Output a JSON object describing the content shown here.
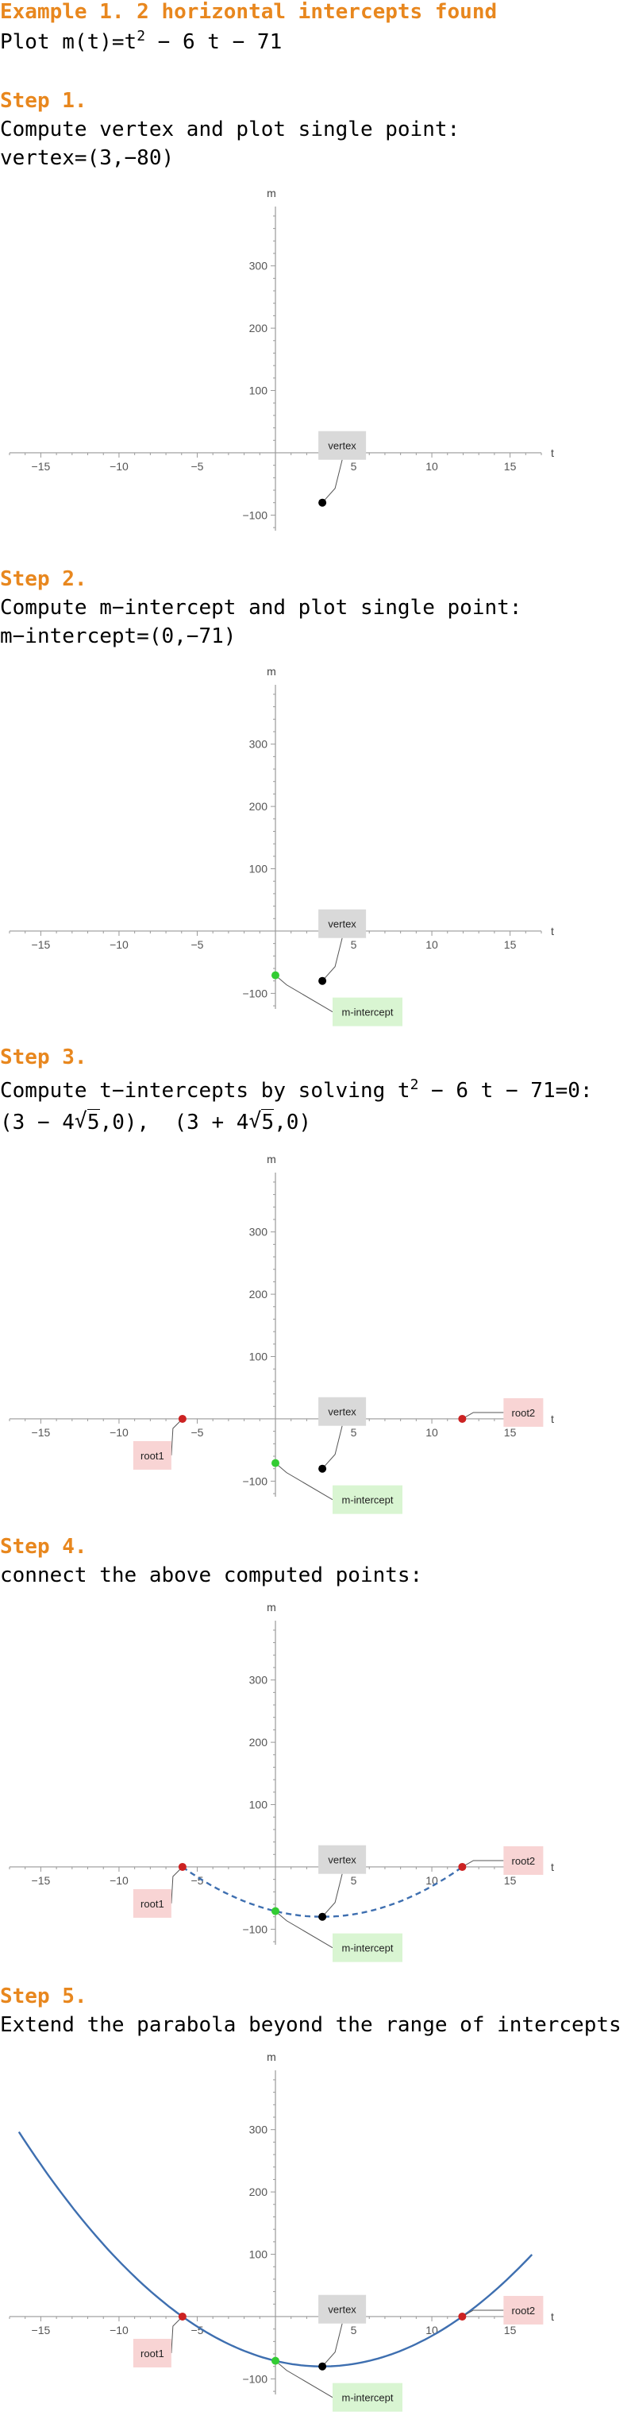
{
  "header": {
    "title": "Example 1. 2 horizontal intercepts found",
    "plot_prefix": "Plot m(t)=t",
    "plot_exp": "2",
    "plot_suffix": " − 6 t − 71"
  },
  "steps": [
    {
      "title": "Step 1.",
      "lines": [
        "Compute vertex and plot single point:",
        "vertex=(3,−80)"
      ]
    },
    {
      "title": "Step 2.",
      "lines": [
        "Compute m−intercept and plot single point:",
        "m−intercept=(0,−71)"
      ]
    },
    {
      "title": "Step 3.",
      "line1_prefix": "Compute t−intercepts by solving t",
      "line1_exp": "2",
      "line1_suffix": " − 6 t − 71=0:",
      "root_a_pre": "(3 − 4",
      "root_a_rad": "5",
      "root_a_post": ",0),",
      "root_b_pre": "(3 + 4",
      "root_b_rad": "5",
      "root_b_post": ",0)"
    },
    {
      "title": "Step 4.",
      "lines": [
        "connect the above computed points:"
      ]
    },
    {
      "title": "Step 5.",
      "lines": [
        "Extend the parabola beyond the range of intercepts"
      ]
    }
  ],
  "chart_data": [
    {
      "type": "scatter",
      "step": 1,
      "xlabel": "t",
      "ylabel": "m",
      "xlim": [
        -17,
        17
      ],
      "ylim": [
        -125,
        385
      ],
      "xticks": [
        -15,
        -10,
        -5,
        5,
        10,
        15
      ],
      "yticks": [
        -100,
        100,
        200,
        300
      ],
      "points": [
        {
          "name": "vertex",
          "x": 3,
          "y": -80,
          "color": "#000000"
        }
      ],
      "curve": "none"
    },
    {
      "type": "scatter",
      "step": 2,
      "xlabel": "t",
      "ylabel": "m",
      "xlim": [
        -17,
        17
      ],
      "ylim": [
        -125,
        385
      ],
      "xticks": [
        -15,
        -10,
        -5,
        5,
        10,
        15
      ],
      "yticks": [
        -100,
        100,
        200,
        300
      ],
      "points": [
        {
          "name": "vertex",
          "x": 3,
          "y": -80,
          "color": "#000000"
        },
        {
          "name": "m-intercept",
          "x": 0,
          "y": -71,
          "color": "#33cc33"
        }
      ],
      "curve": "none"
    },
    {
      "type": "scatter",
      "step": 3,
      "xlabel": "t",
      "ylabel": "m",
      "xlim": [
        -17,
        17
      ],
      "ylim": [
        -125,
        385
      ],
      "xticks": [
        -15,
        -10,
        -5,
        5,
        10,
        15
      ],
      "yticks": [
        -100,
        100,
        200,
        300
      ],
      "points": [
        {
          "name": "vertex",
          "x": 3,
          "y": -80,
          "color": "#000000"
        },
        {
          "name": "m-intercept",
          "x": 0,
          "y": -71,
          "color": "#33cc33"
        },
        {
          "name": "root1",
          "x": -5.944,
          "y": 0,
          "color": "#cc2222"
        },
        {
          "name": "root2",
          "x": 11.944,
          "y": 0,
          "color": "#cc2222"
        }
      ],
      "curve": "none"
    },
    {
      "type": "line",
      "step": 4,
      "xlabel": "t",
      "ylabel": "m",
      "xlim": [
        -17,
        17
      ],
      "ylim": [
        -125,
        385
      ],
      "xticks": [
        -15,
        -10,
        -5,
        5,
        10,
        15
      ],
      "yticks": [
        -100,
        100,
        200,
        300
      ],
      "points": [
        {
          "name": "vertex",
          "x": 3,
          "y": -80,
          "color": "#000000"
        },
        {
          "name": "m-intercept",
          "x": 0,
          "y": -71,
          "color": "#33cc33"
        },
        {
          "name": "root1",
          "x": -5.944,
          "y": 0,
          "color": "#cc2222"
        },
        {
          "name": "root2",
          "x": 11.944,
          "y": 0,
          "color": "#cc2222"
        }
      ],
      "curve": "dashed",
      "curve_range": [
        -5.944,
        11.944
      ],
      "curve_color": "#3e6fb0"
    },
    {
      "type": "line",
      "step": 5,
      "xlabel": "t",
      "ylabel": "m",
      "xlim": [
        -17,
        17
      ],
      "ylim": [
        -125,
        385
      ],
      "xticks": [
        -15,
        -10,
        -5,
        5,
        10,
        15
      ],
      "yticks": [
        -100,
        100,
        200,
        300
      ],
      "points": [
        {
          "name": "vertex",
          "x": 3,
          "y": -80,
          "color": "#000000"
        },
        {
          "name": "m-intercept",
          "x": 0,
          "y": -71,
          "color": "#33cc33"
        },
        {
          "name": "root1",
          "x": -5.944,
          "y": 0,
          "color": "#cc2222"
        },
        {
          "name": "root2",
          "x": 11.944,
          "y": 0,
          "color": "#cc2222"
        }
      ],
      "curve": "solid",
      "curve_range": [
        -16.4,
        16.4
      ],
      "curve_color": "#3e6fb0"
    }
  ]
}
